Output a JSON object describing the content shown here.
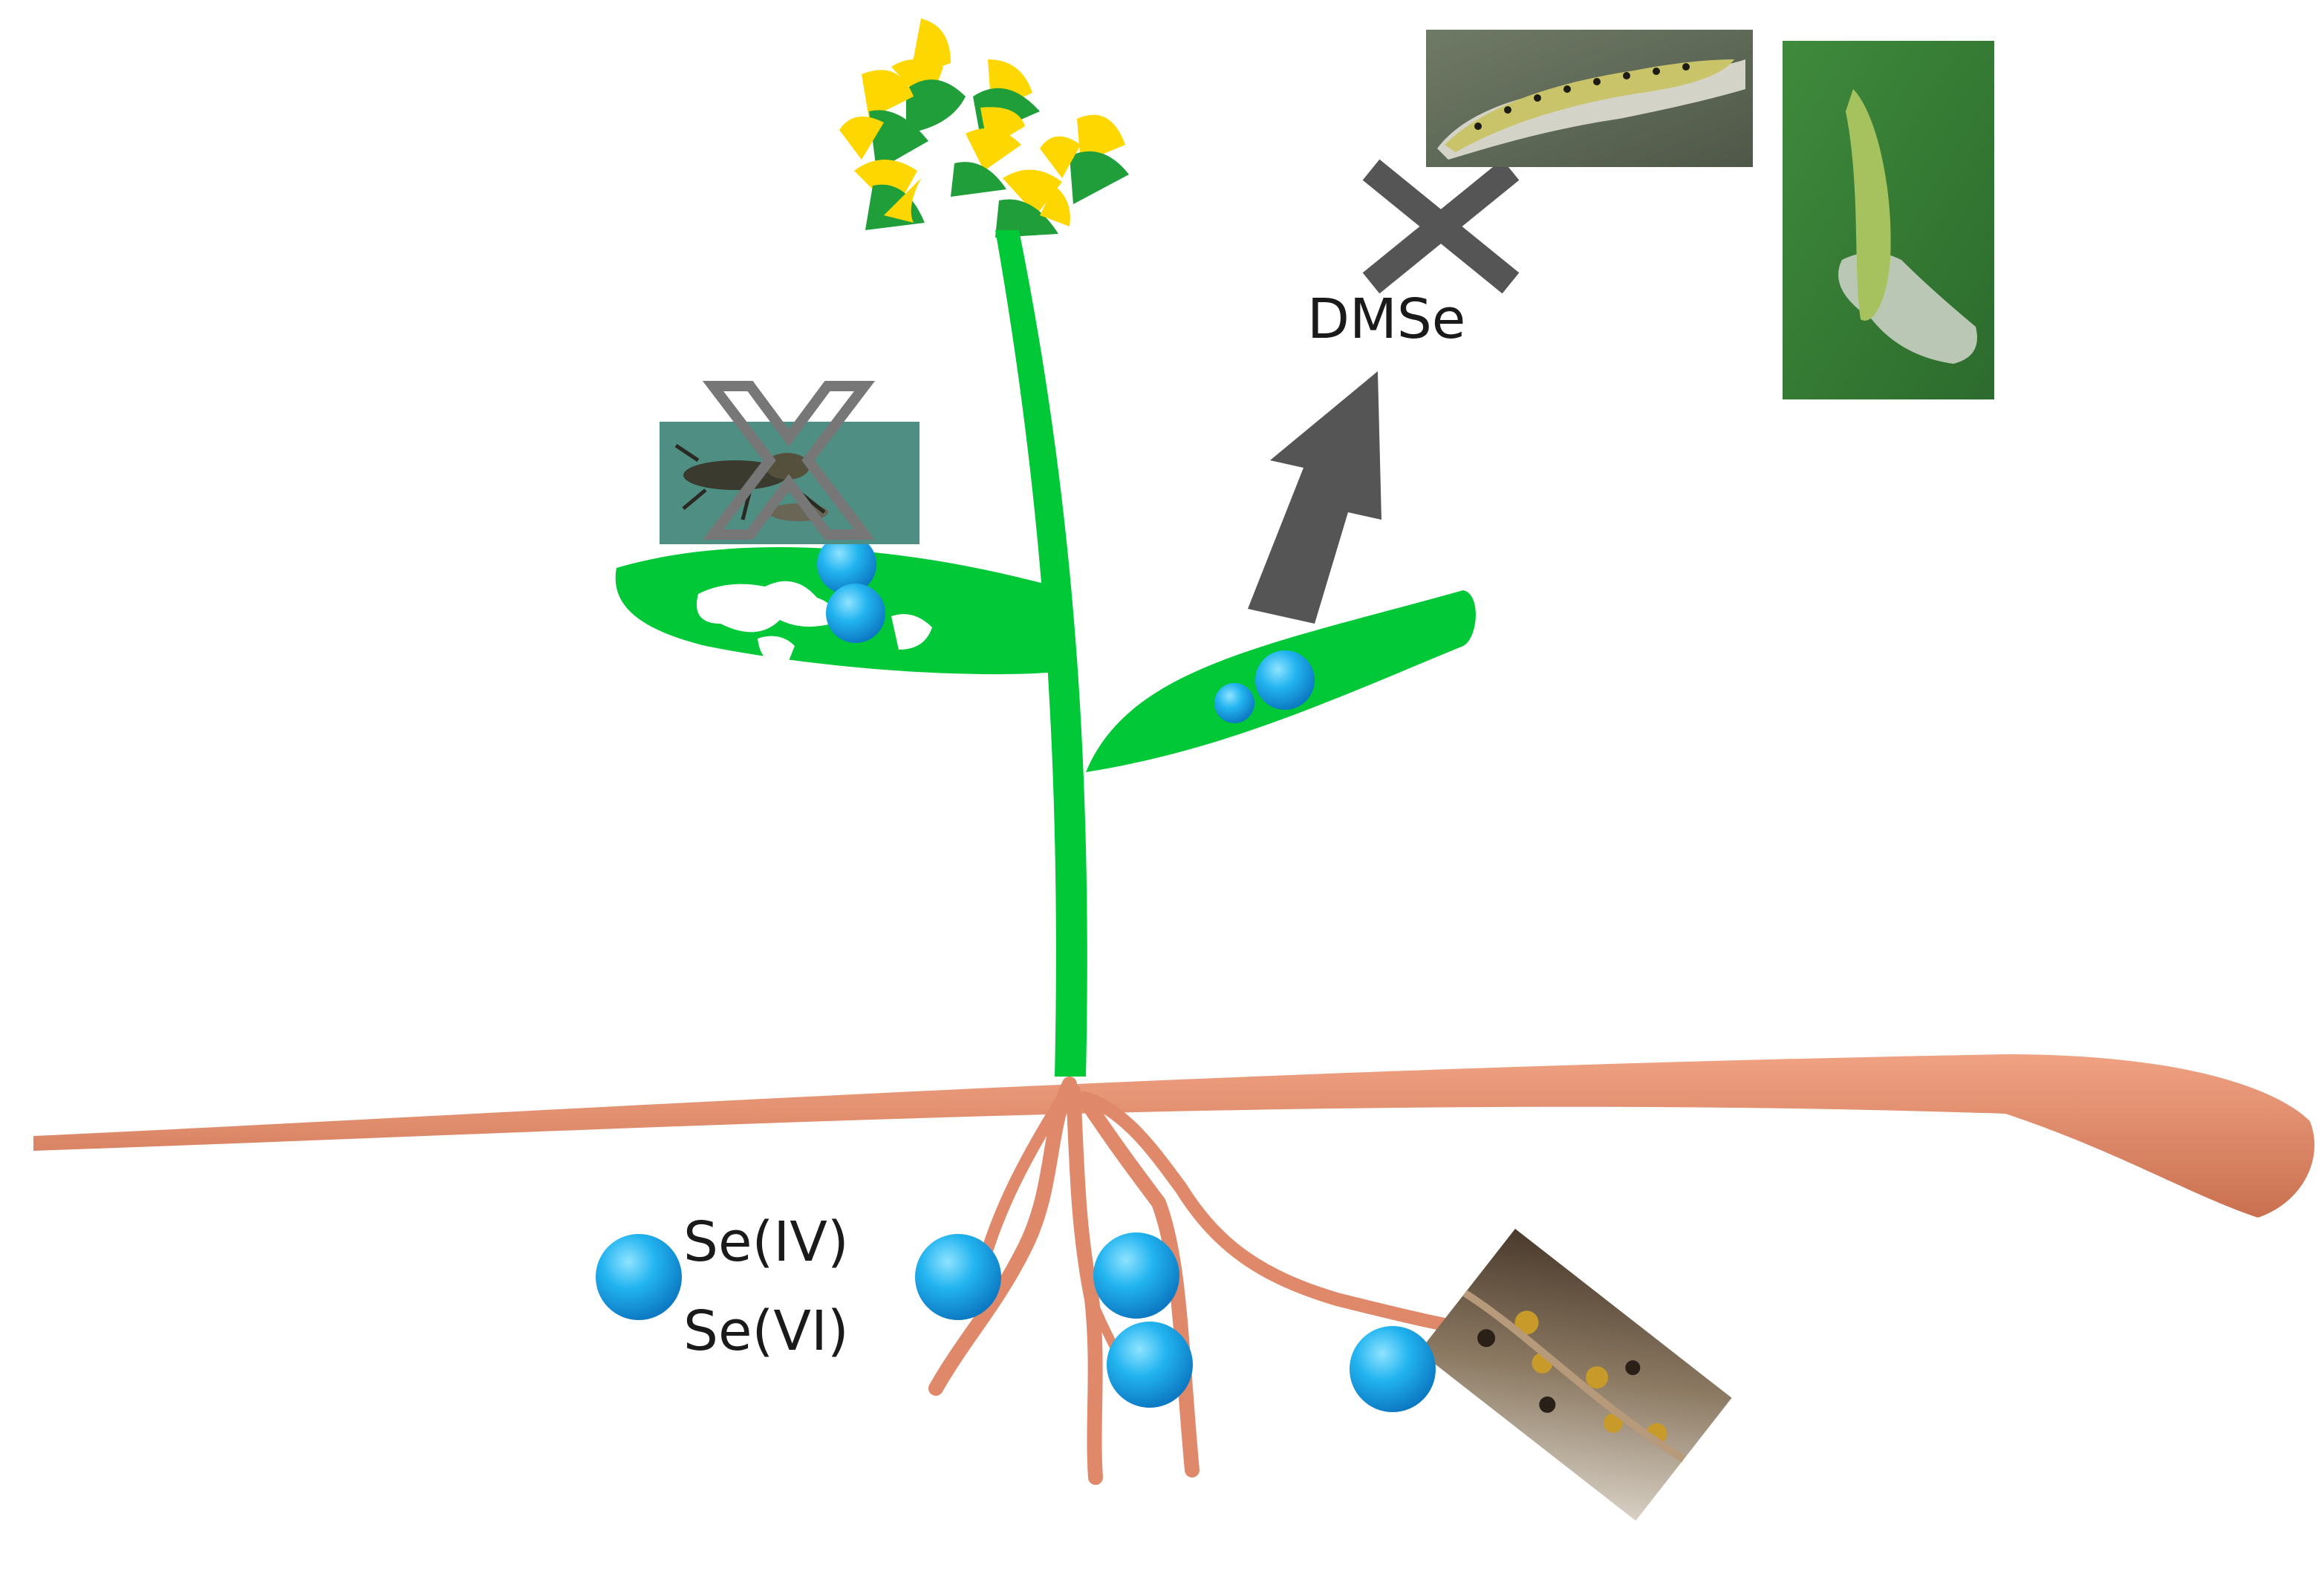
{
  "labels": {
    "volatile": "DMSe",
    "selenite": "Se(IV)",
    "selenate": "Se(VI)"
  },
  "colors": {
    "stem_leaf": "#00c837",
    "root": "#e0896a",
    "selenium": "#1aa6e6",
    "arrow": "#555555",
    "cross": "#555555",
    "petal": "#ffd700",
    "sepal": "#1f9e3a"
  },
  "icons": {
    "blocked_pest_marker": "x-icon",
    "emission_arrow": "arrow-up-right-icon"
  }
}
